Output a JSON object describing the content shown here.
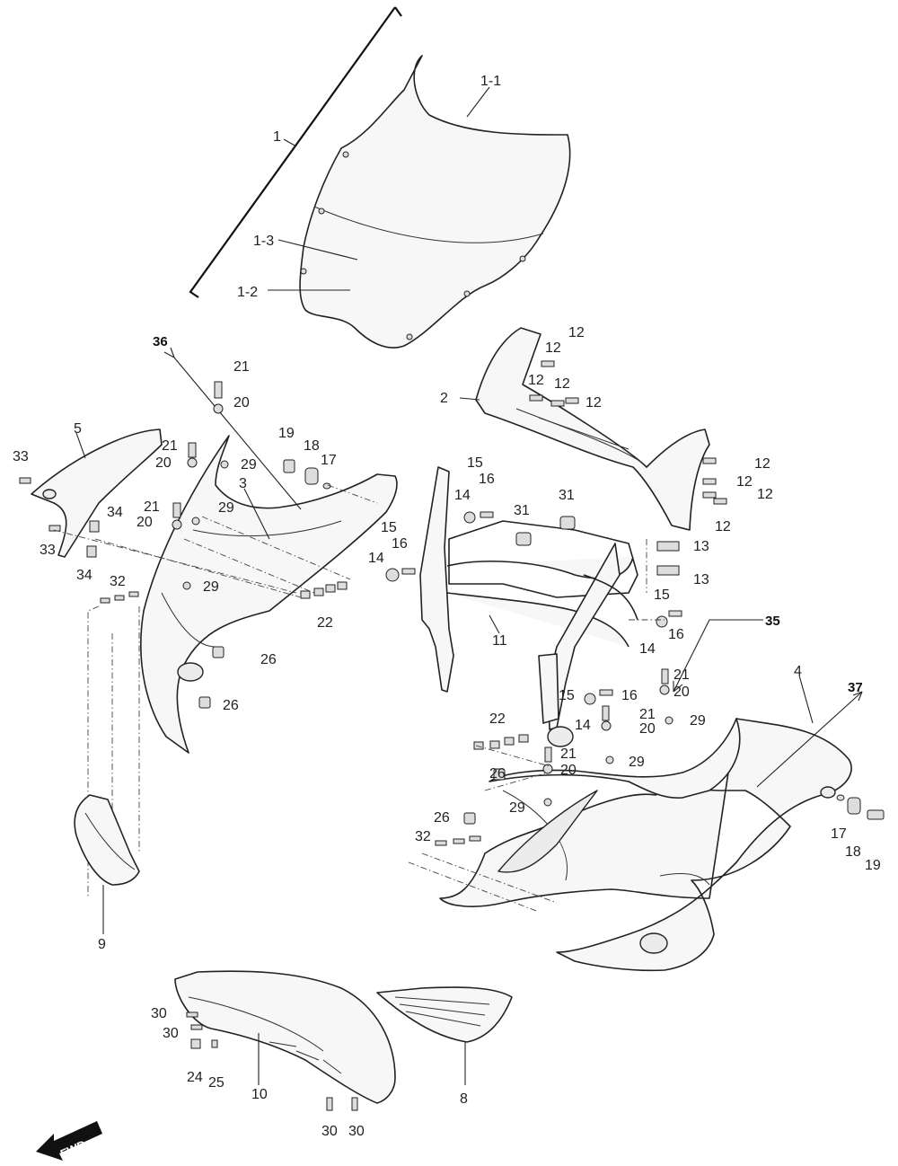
{
  "labels": [
    {
      "id": "1",
      "text": "1"
    },
    {
      "id": "1-1",
      "text": "1-1"
    },
    {
      "id": "1-2",
      "text": "1-2"
    },
    {
      "id": "1-3",
      "text": "1-3"
    },
    {
      "id": "2",
      "text": "2"
    },
    {
      "id": "3",
      "text": "3"
    },
    {
      "id": "4",
      "text": "4"
    },
    {
      "id": "5",
      "text": "5"
    },
    {
      "id": "8",
      "text": "8"
    },
    {
      "id": "9",
      "text": "9"
    },
    {
      "id": "10",
      "text": "10"
    },
    {
      "id": "11",
      "text": "11"
    },
    {
      "id": "12",
      "text": "12"
    },
    {
      "id": "13",
      "text": "13"
    },
    {
      "id": "14",
      "text": "14"
    },
    {
      "id": "15",
      "text": "15"
    },
    {
      "id": "16",
      "text": "16"
    },
    {
      "id": "17",
      "text": "17"
    },
    {
      "id": "18",
      "text": "18"
    },
    {
      "id": "19",
      "text": "19"
    },
    {
      "id": "20",
      "text": "20"
    },
    {
      "id": "21",
      "text": "21"
    },
    {
      "id": "22",
      "text": "22"
    },
    {
      "id": "24",
      "text": "24"
    },
    {
      "id": "25",
      "text": "25"
    },
    {
      "id": "26",
      "text": "26"
    },
    {
      "id": "29",
      "text": "29"
    },
    {
      "id": "30",
      "text": "30"
    },
    {
      "id": "31",
      "text": "31"
    },
    {
      "id": "32",
      "text": "32"
    },
    {
      "id": "33",
      "text": "33"
    },
    {
      "id": "34",
      "text": "34"
    }
  ],
  "refs": {
    "r35": "35",
    "r36": "36",
    "r37": "37"
  },
  "fwd": "FWD"
}
